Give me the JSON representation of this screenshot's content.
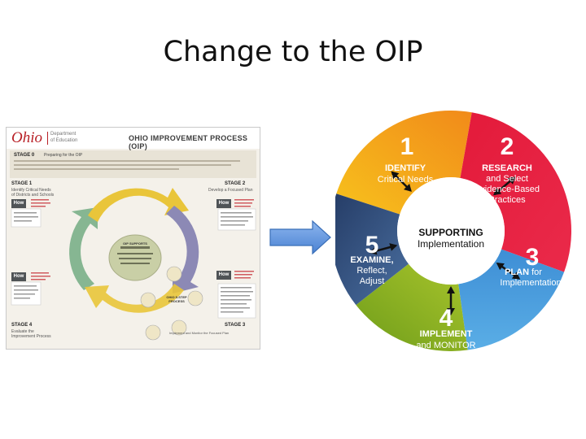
{
  "title": "Change to the OIP",
  "doc": {
    "logo": "Ohio",
    "dept_line1": "Department",
    "dept_line2": "of Education",
    "heading": "OHIO IMPROVEMENT PROCESS (OIP)",
    "stage0": {
      "label": "STAGE 0",
      "sub": "Preparing for the OIP"
    },
    "stage1": {
      "label": "STAGE 1",
      "sub1": "Identify Critical Needs",
      "sub2": "of Districts and Schools"
    },
    "stage2": {
      "label": "STAGE 2",
      "sub1": "Develop a Focused Plan"
    },
    "stage3": {
      "label": "STAGE 3",
      "sub1": "Implement and Monitor the Focused Plan"
    },
    "stage4": {
      "label": "STAGE 4",
      "sub1": "Evaluate the",
      "sub2": "Improvement Process"
    },
    "how": "How",
    "center": {
      "title": "OHIO 5-STEP PROCESS",
      "hub_heading": "OIP SUPPORTS"
    }
  },
  "cycle": {
    "center_line1": "SUPPORTING",
    "center_line2": "Implementation",
    "segments": [
      {
        "num": "1",
        "l1": "IDENTIFY",
        "l2": "Critical Needs",
        "color": "#f5a31a"
      },
      {
        "num": "2",
        "l1": "RESEARCH",
        "l2": "and Select",
        "l3": "Evidence-Based",
        "l4": "Practices",
        "color": "#e4183c"
      },
      {
        "num": "3",
        "l1": "PLAN",
        "l1b": " for",
        "l2": "Implementation",
        "color": "#3d8fd3"
      },
      {
        "num": "4",
        "l1": "IMPLEMENT",
        "l2": "and MONITOR",
        "color": "#8fb31f"
      },
      {
        "num": "5",
        "l1": "EXAMINE,",
        "l2": "Reflect,",
        "l3": "Adjust",
        "color": "#314b75"
      }
    ]
  },
  "colors": {
    "arrow_fill": "#5b93df",
    "arrow_stroke": "#3a6fb8",
    "logo_red": "#b81f25",
    "doc_yellow": "#e9c53a",
    "doc_purple": "#8c89b5",
    "doc_green": "#7fb28d"
  }
}
